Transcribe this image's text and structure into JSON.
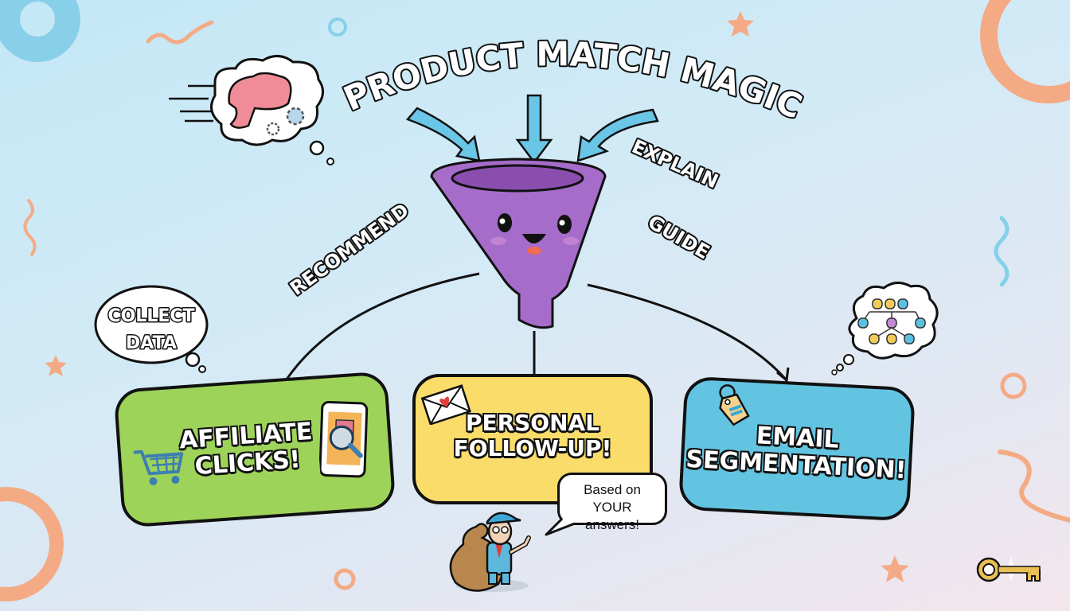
{
  "title": "PRODUCT MATCH MAGIC",
  "funnel_labels": {
    "left": "RECOMMEND",
    "right_top": "EXPLAIN",
    "right_bottom": "GUIDE"
  },
  "thought_bubbles": {
    "left": "COLLECT DATA",
    "brain": "brain-with-gears",
    "segments": "audience-segments-tree"
  },
  "outcomes": [
    {
      "label_line1": "AFFILIATE",
      "label_line2": "CLICKS!",
      "color": "#9ed35a",
      "icons": [
        "shopping-cart-icon",
        "phone-search-icon"
      ]
    },
    {
      "label_line1": "PERSONAL",
      "label_line2": "FOLLOW-UP!",
      "color": "#f9dc6a",
      "icons": [
        "envelope-heart-icon"
      ]
    },
    {
      "label_line1": "EMAIL",
      "label_line2": "SEGMENTATION!",
      "color": "#62c4e1",
      "icons": [
        "tag-icon"
      ]
    }
  ],
  "speech_bubble": {
    "line1": "Based on",
    "line2": "YOUR answers!"
  },
  "colors": {
    "funnel": "#a56cc9",
    "arrow": "#6ac6e6",
    "accent_orange": "#f4ab85",
    "accent_blue": "#86d0ea",
    "key_gold": "#e9bf55"
  }
}
